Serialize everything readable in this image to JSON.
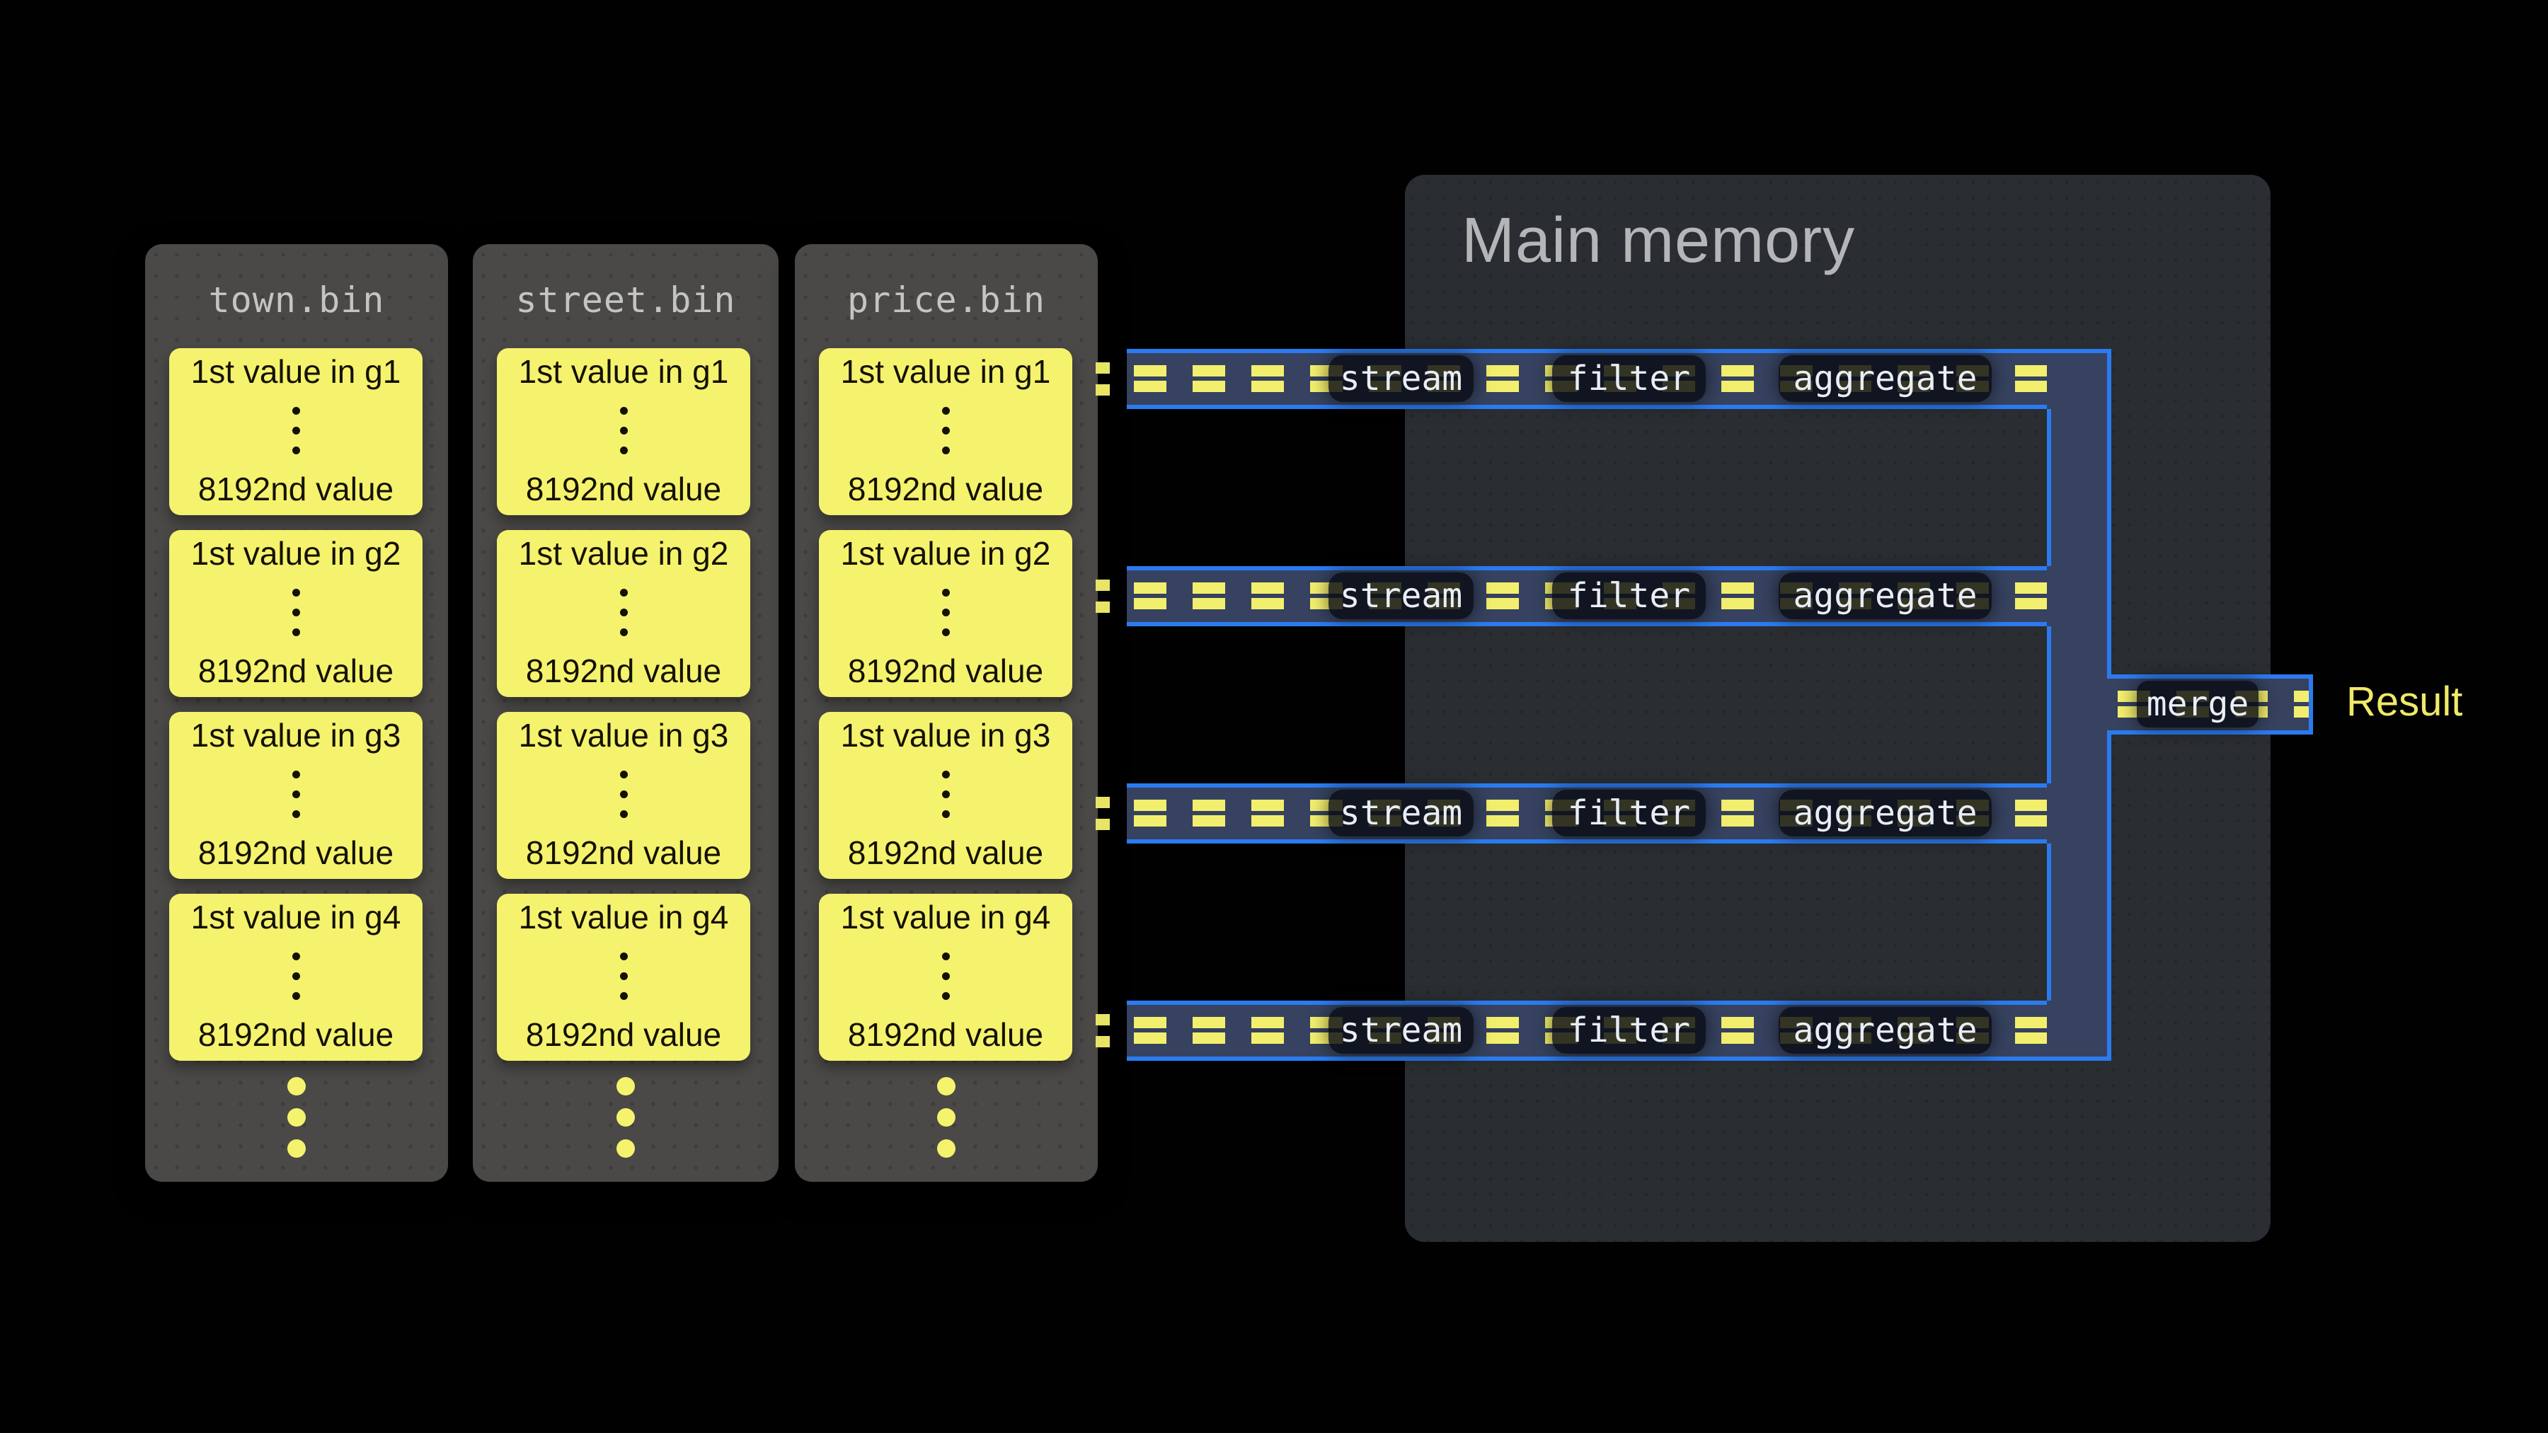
{
  "files": [
    {
      "name": "town.bin",
      "groups": [
        {
          "top": "1st value in g1",
          "bottom": "8192nd value"
        },
        {
          "top": "1st value in g2",
          "bottom": "8192nd value"
        },
        {
          "top": "1st value in g3",
          "bottom": "8192nd value"
        },
        {
          "top": "1st value in g4",
          "bottom": "8192nd value"
        }
      ]
    },
    {
      "name": "street.bin",
      "groups": [
        {
          "top": "1st value in g1",
          "bottom": "8192nd value"
        },
        {
          "top": "1st value in g2",
          "bottom": "8192nd value"
        },
        {
          "top": "1st value in g3",
          "bottom": "8192nd value"
        },
        {
          "top": "1st value in g4",
          "bottom": "8192nd value"
        }
      ]
    },
    {
      "name": "price.bin",
      "groups": [
        {
          "top": "1st value in g1",
          "bottom": "8192nd value"
        },
        {
          "top": "1st value in g2",
          "bottom": "8192nd value"
        },
        {
          "top": "1st value in g3",
          "bottom": "8192nd value"
        },
        {
          "top": "1st value in g4",
          "bottom": "8192nd value"
        }
      ]
    }
  ],
  "memory": {
    "title": "Main memory"
  },
  "pipeline": {
    "stages": [
      "stream",
      "filter",
      "aggregate"
    ],
    "row_count": 4
  },
  "merge": {
    "label": "merge"
  },
  "result": {
    "label": "Result"
  },
  "colors": {
    "pipe_border_blue": "#2b7bf0",
    "pipe_fill_blue": "#36425f",
    "dash_yellow": "#f3ef6e",
    "value_block_yellow": "#f5f26e",
    "file_column_gray": "#4a4947",
    "main_memory_gray": "#2a2d31",
    "result_text_yellow": "#efe96a",
    "op_box_dark": "#080b13",
    "op_text": "#e9edf4",
    "file_header_text": "#c4c4c3",
    "memory_title_text": "#b4b5b7"
  }
}
